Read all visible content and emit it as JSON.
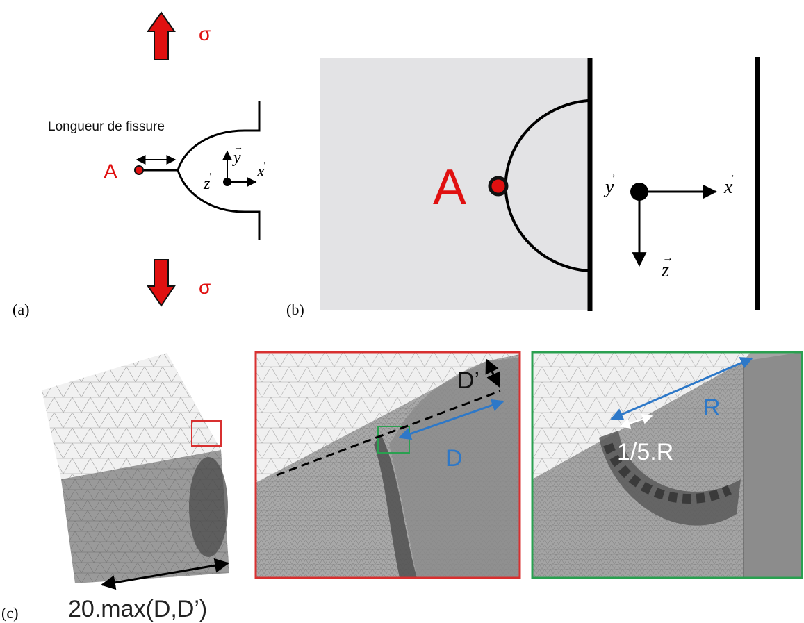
{
  "panel_a": {
    "panel_label": "(a)",
    "sigma_top": "σ",
    "sigma_bottom": "σ",
    "crack_length_label": "Longueur de fissure",
    "point_label": "A",
    "axis_y": "y",
    "axis_x": "x",
    "axis_z": "z"
  },
  "panel_b": {
    "panel_label": "(b)",
    "point_label": "A",
    "axis_y": "y",
    "axis_x": "x",
    "axis_z": "z"
  },
  "panel_c": {
    "panel_label": "(c)",
    "size_label": "20.max(D,D’)",
    "d_label": "D",
    "d_prime_label": "D’",
    "r_label": "R",
    "r_fraction_label": "1/5.R"
  },
  "colors": {
    "red": "#e01010",
    "blue": "#2d78c8",
    "red_frame": "#d83030",
    "green_frame": "#2aa050",
    "panel_b_bg": "#e3e3e5"
  }
}
